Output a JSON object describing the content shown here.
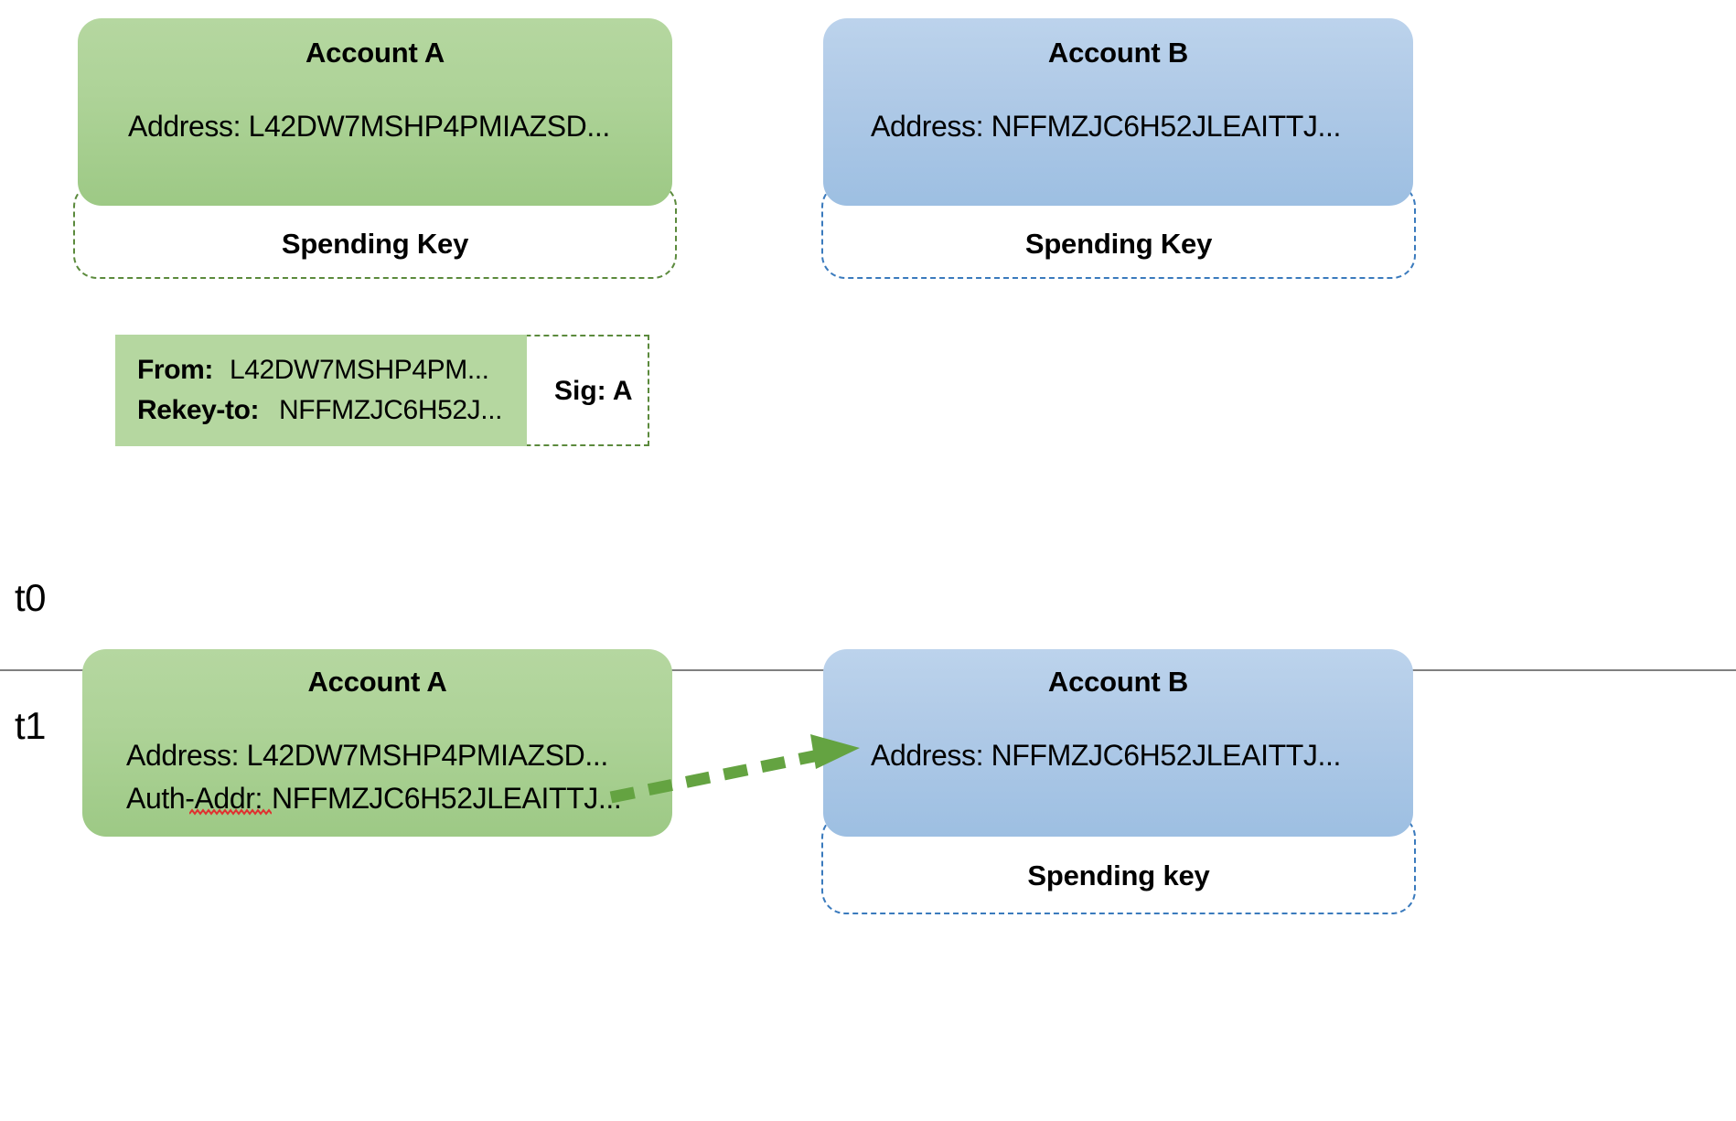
{
  "colors": {
    "green_fill_top": "#b5d7a0",
    "green_fill_bottom": "#9dc985",
    "green_dash": "#5b8a3c",
    "blue_fill_top": "#bcd3ec",
    "blue_fill_bottom": "#9dbfe2",
    "blue_dash": "#3a7abd",
    "arrow_green": "#64a341",
    "divider_gray": "#808080",
    "spellcheck_red": "#e03030"
  },
  "timeline": {
    "t0_label": "t0",
    "t1_label": "t1"
  },
  "t0": {
    "account_a": {
      "title": "Account A",
      "address_line": "Address: L42DW7MSHP4PMIAZSD...",
      "spending_key_label": "Spending Key"
    },
    "account_b": {
      "title": "Account B",
      "address_line": "Address: NFFMZJC6H52JLEAITTJ...",
      "spending_key_label": "Spending Key"
    },
    "transaction": {
      "from_label": "From:",
      "from_value": "L42DW7MSHP4PM...",
      "rekey_label": "Rekey-to:",
      "rekey_value": "NFFMZJC6H52J...",
      "sig_text": "Sig: A"
    }
  },
  "t1": {
    "account_a": {
      "title": "Account A",
      "address_line": "Address: L42DW7MSHP4PMIAZSD...",
      "auth_addr_label": "Auth-Addr:",
      "auth_addr_value": "NFFMZJC6H52JLEAITTJ..."
    },
    "account_b": {
      "title": "Account B",
      "address_line": "Address: NFFMZJC6H52JLEAITTJ...",
      "spending_key_label": "Spending key"
    }
  }
}
